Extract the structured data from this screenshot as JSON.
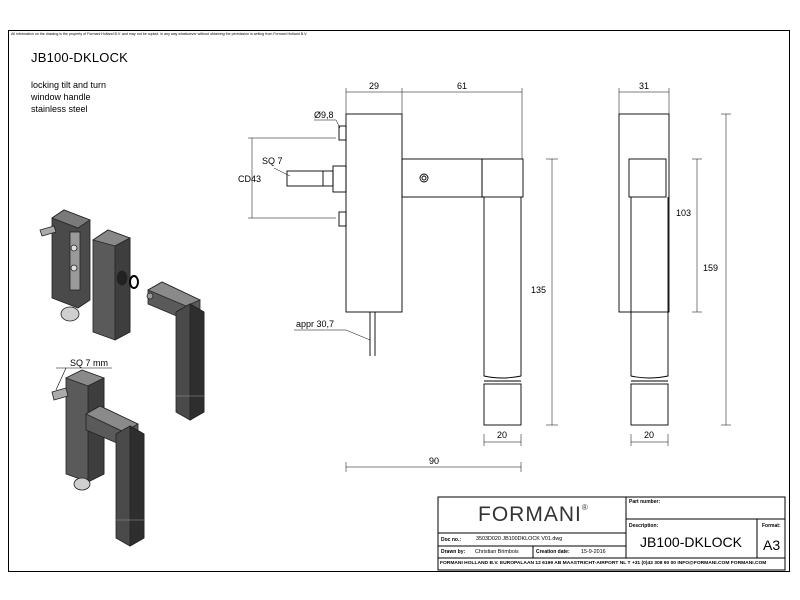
{
  "drawing": {
    "disclaimer": "All information on the drawing is the property of Formani Holland B.V. and may not be copied, in any way whatsoever without obtaining the permission in writing from Formani Holland B.V.",
    "title": "JB100-DKLOCK",
    "description_lines": [
      "locking tilt and turn",
      "window handle",
      "stainless steel"
    ],
    "iso_label": "SQ 7 mm"
  },
  "dimensions": {
    "d29": "29",
    "d61": "61",
    "d31": "31",
    "d_dia": "Ø9,8",
    "d_sq": "SQ 7",
    "d_cd": "CD43",
    "d135": "135",
    "d103": "103",
    "d159": "159",
    "d_appr": "appr 30,7",
    "d20a": "20",
    "d20b": "20",
    "d90": "90"
  },
  "title_block": {
    "brand": "FORMANI",
    "brand_mark": "®",
    "part_number_label": "Part number:",
    "description_label": "Description:",
    "format_label": "Format:",
    "doc_no_label": "Doc no.:",
    "doc_no_value": "3503D020 JB100DKLOCK V01.dwg",
    "drawn_by_label": "Drawn by:",
    "drawn_by_value": "Christian Brimbois",
    "creation_date_label": "Creation date:",
    "creation_date_value": "15-9-2016",
    "description_value": "JB100-DKLOCK",
    "format_value": "A3",
    "footer": "FORMANI HOLLAND B.V.  EUROPALAAN 12  6199 AB MAASTRICHT-AIRPORT NL  T +31 (0)43 308 90 00 INFO@FORMANI.COM FORMANI.COM"
  }
}
